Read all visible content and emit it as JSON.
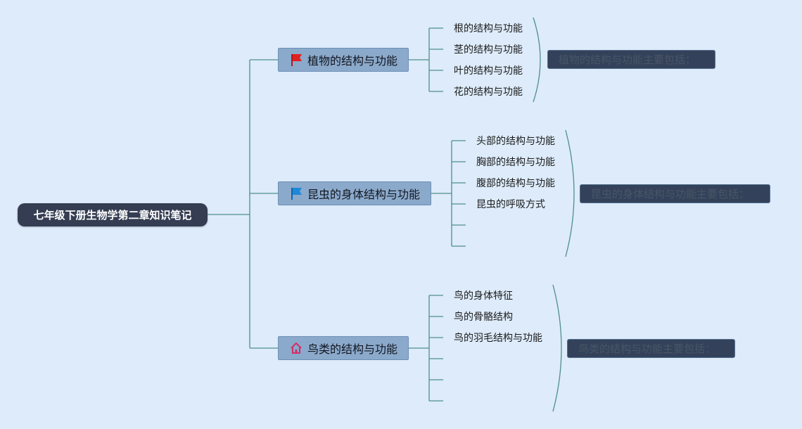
{
  "root": {
    "label": "七年级下册生物学第二章知识笔记"
  },
  "branches": [
    {
      "label": "植物的结构与功能",
      "icon": "red-flag-icon",
      "icon_color": "#e02020",
      "leaves": [
        "根的结构与功能",
        "茎的结构与功能",
        "叶的结构与功能",
        "花的结构与功能"
      ],
      "summary": "植物的结构与功能主要包括："
    },
    {
      "label": "昆虫的身体结构与功能",
      "icon": "blue-flag-icon",
      "icon_color": "#1e88d8",
      "leaves": [
        "头部的结构与功能",
        "胸部的结构与功能",
        "腹部的结构与功能",
        "昆虫的呼吸方式",
        "",
        ""
      ],
      "summary": "昆虫的身体结构与功能主要包括："
    },
    {
      "label": "鸟类的结构与功能",
      "icon": "home-icon",
      "icon_color": "#d0306a",
      "leaves": [
        "鸟的身体特征",
        "鸟的骨骼结构",
        "鸟的羽毛结构与功能",
        "",
        "",
        ""
      ],
      "summary": "鸟类的结构与功能主要包括："
    }
  ]
}
